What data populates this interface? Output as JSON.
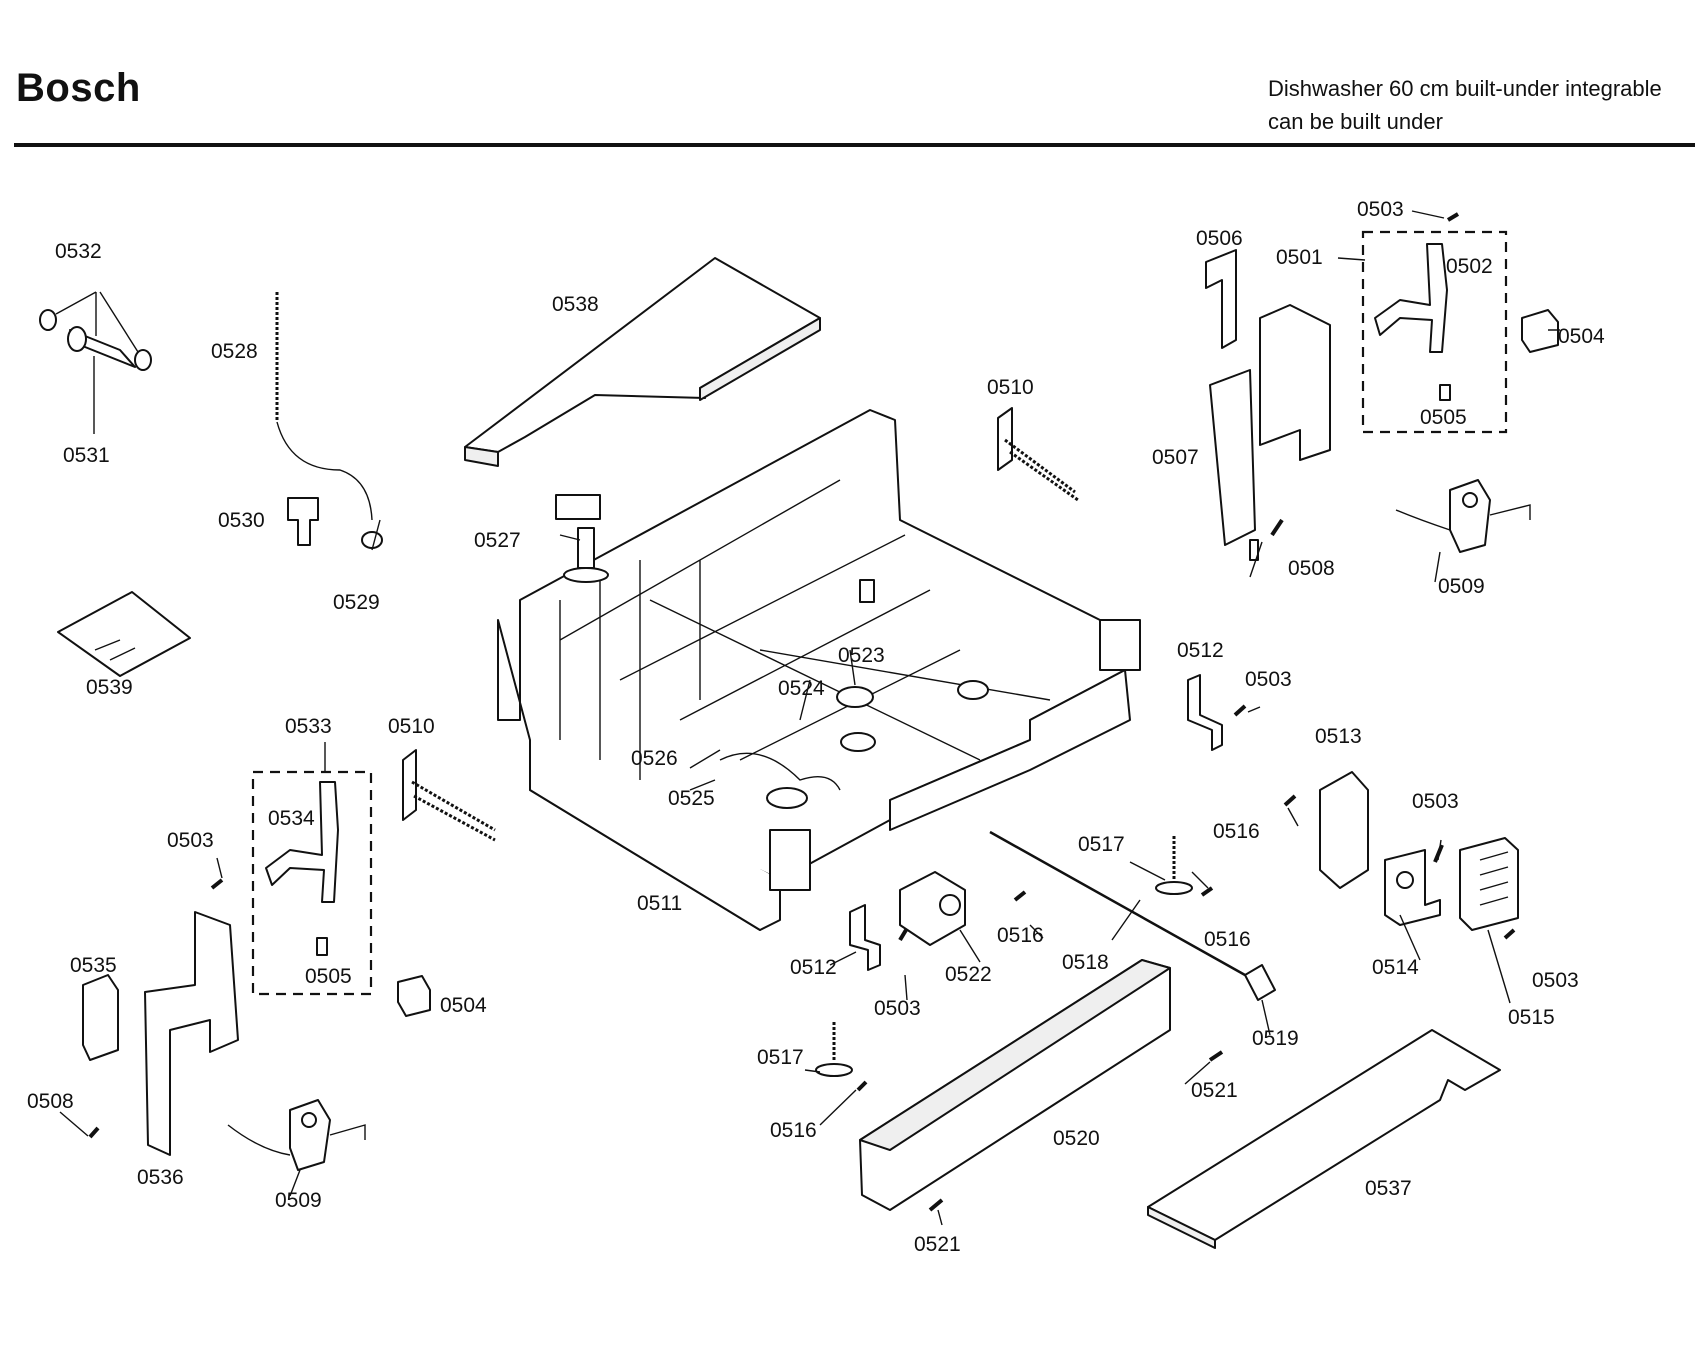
{
  "header": {
    "brand": "Bosch",
    "product_line1": "Dishwasher 60 cm built-under integrable",
    "product_line2": "can be built under"
  },
  "callouts": [
    "0532",
    "0531",
    "0528",
    "0530",
    "0529",
    "0539",
    "0538",
    "0527",
    "0510",
    "0506",
    "0501",
    "0503",
    "0502",
    "0504",
    "0505",
    "0507",
    "0508",
    "0509",
    "0523",
    "0524",
    "0526",
    "0525",
    "0511",
    "0512",
    "0513",
    "0516",
    "0517",
    "0514",
    "0515",
    "0518",
    "0519",
    "0520",
    "0521",
    "0522",
    "0533",
    "0534",
    "0535",
    "0536",
    "0537"
  ]
}
